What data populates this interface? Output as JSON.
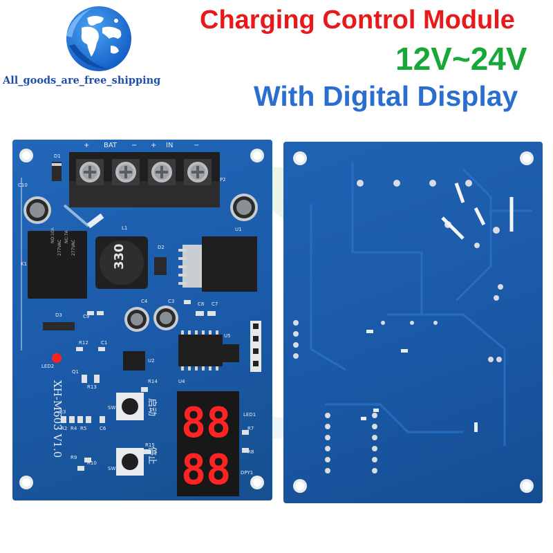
{
  "logo": {
    "shop_text": "All_goods_are_free_shipping",
    "globe_color": "#1a6fd6",
    "icon": "globe-icon"
  },
  "titles": {
    "line1": "Charging  Control Module",
    "line2": "12V~24V",
    "line3": "With Digital Display"
  },
  "colors": {
    "title_red": "#e8191b",
    "title_green": "#18a83a",
    "title_blue": "#2a6fd0",
    "pcb_blue": "#1a5eae",
    "led_red": "#ff2020"
  },
  "board_front": {
    "terminal_labels": [
      "+",
      "BAT",
      "−",
      "+",
      "IN",
      "−"
    ],
    "part_labels": [
      "D1",
      "C10",
      "P2",
      "L1",
      "D2",
      "U1",
      "K1",
      "C4",
      "C3",
      "C8",
      "C7",
      "C9",
      "D3",
      "R12",
      "C1",
      "U5",
      "LED2",
      "U2",
      "Q1",
      "R13",
      "R14",
      "U4",
      "SW1",
      "R3",
      "R2",
      "R4",
      "R5",
      "C6",
      "R15",
      "LED1",
      "R7",
      "R9",
      "R10",
      "SW2",
      "R8",
      "DPY1"
    ],
    "inductor_code": "330",
    "relay_text": [
      "NO:10A",
      "277VAC",
      "NC:7A",
      "277VAC"
    ],
    "model_text": "XH-M603 V1.0",
    "start_label": "启动",
    "stop_label": "停止",
    "display_digits": [
      "88",
      "88"
    ]
  }
}
